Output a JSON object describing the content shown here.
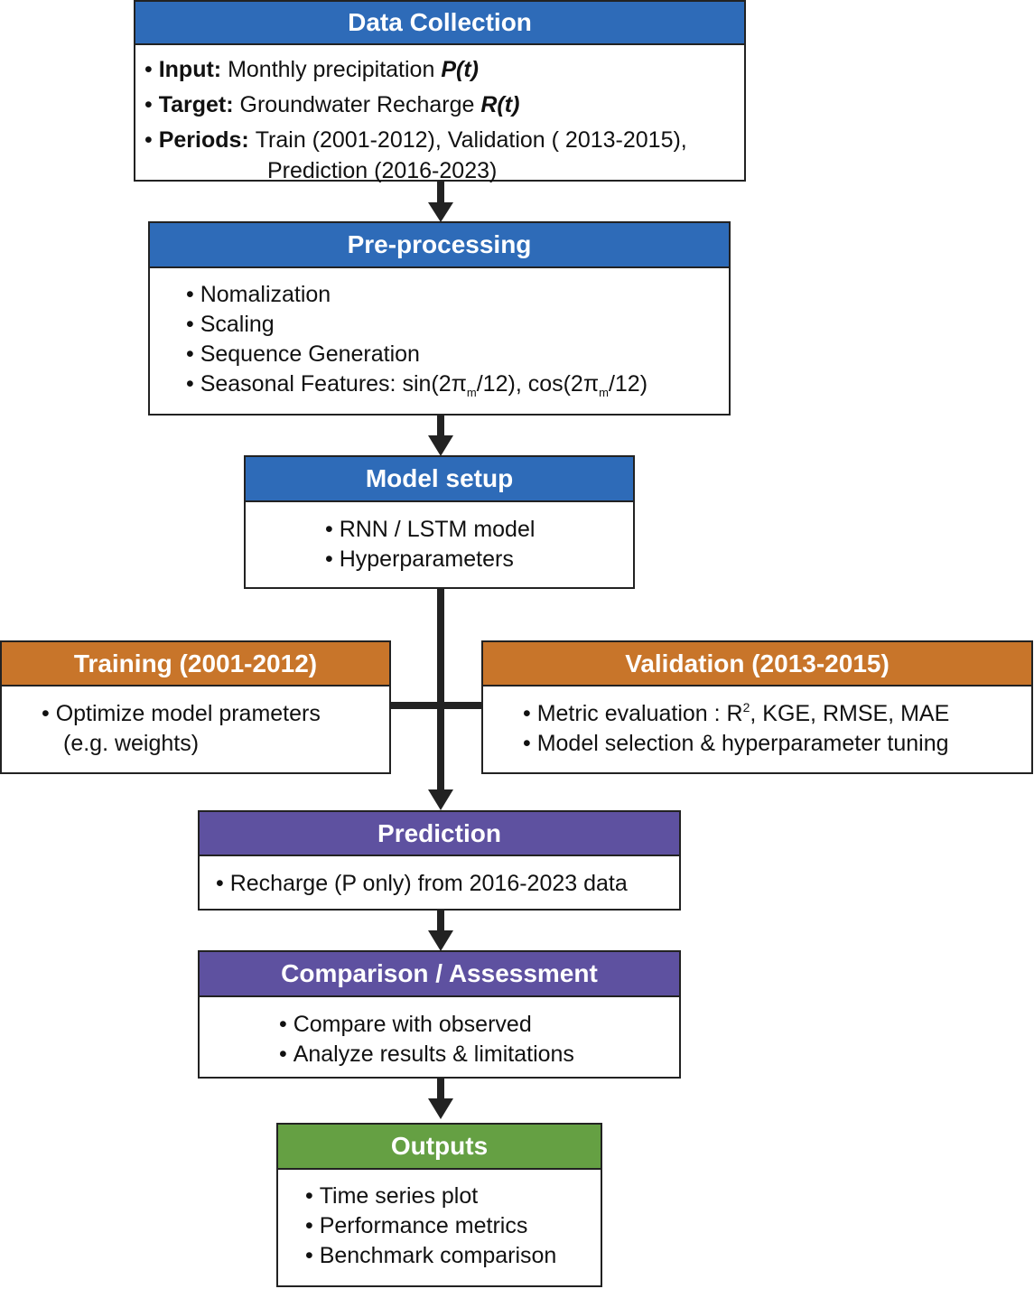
{
  "colors": {
    "blue": "#2e6bb8",
    "orange": "#c8752a",
    "purple": "#5e51a0",
    "green": "#65a043",
    "line": "#222222"
  },
  "data_collection": {
    "title": "Data Collection",
    "input_key": "Input:",
    "input_text": "Monthly precipitation",
    "input_var": "P(t)",
    "target_key": "Target:",
    "target_text": "Groundwater Recharge",
    "target_var": "R(t)",
    "periods_key": "Periods:",
    "periods_text": "Train (2001-2012), Validation ( 2013-2015),",
    "periods_cont": "Prediction (2016-2023)"
  },
  "preprocessing": {
    "title": "Pre-processing",
    "items": [
      "Nomalization",
      "Scaling",
      "Sequence Generation"
    ],
    "seasonal_label": "Seasonal Features: sin(2π",
    "seasonal_sub1": "m",
    "seasonal_mid": "/12), cos(2π",
    "seasonal_sub2": "m",
    "seasonal_end": "/12)"
  },
  "model_setup": {
    "title": "Model setup",
    "items": [
      "RNN / LSTM model",
      "Hyperparameters"
    ]
  },
  "training": {
    "title": "Training (2001-2012)",
    "item1": "Optimize model prameters",
    "item1_cont": "(e.g. weights)"
  },
  "validation": {
    "title": "Validation (2013-2015)",
    "metric_label": "Metric evaluation : R",
    "metric_sup": "2",
    "metric_rest": ", KGE, RMSE, MAE",
    "item2": "Model selection & hyperparameter tuning"
  },
  "prediction": {
    "title": "Prediction",
    "items": [
      "Recharge (P only) from 2016-2023 data"
    ]
  },
  "comparison": {
    "title": "Comparison / Assessment",
    "items": [
      "Compare with observed",
      "Analyze results & limitations"
    ]
  },
  "outputs": {
    "title": "Outputs",
    "items": [
      "Time series plot",
      "Performance metrics",
      "Benchmark comparison"
    ]
  }
}
